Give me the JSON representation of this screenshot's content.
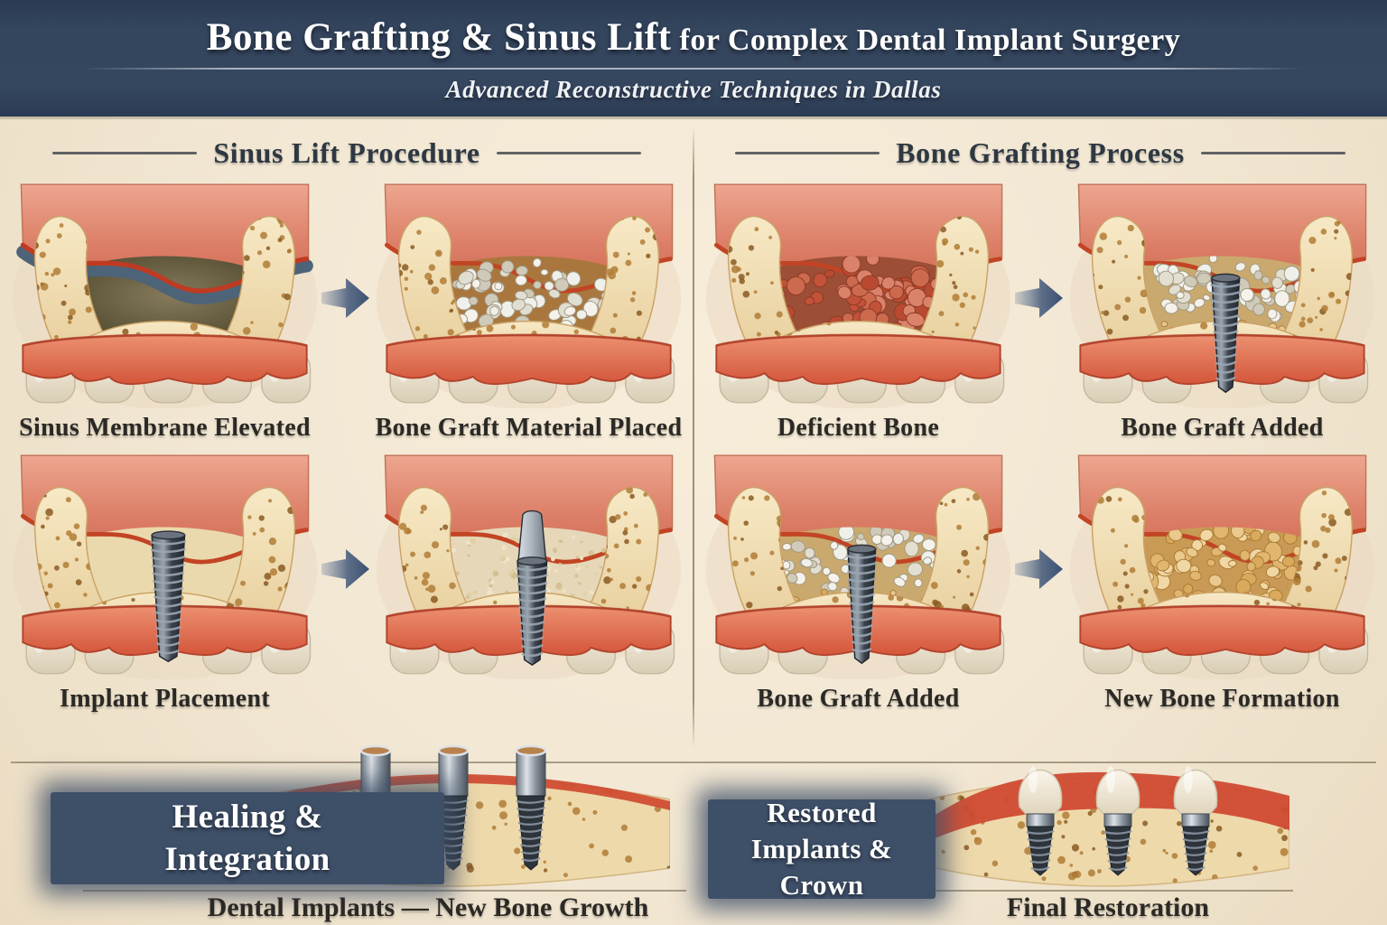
{
  "colors": {
    "banner_bg": "#33445d",
    "banner_text": "#ffffff",
    "page_bg": "#f2e7d3",
    "accent_navy": "#3e4f68",
    "arrow_navy": "#3a5172",
    "heading_text": "#2e3842",
    "caption_text": "#2b2925",
    "membrane_blue": "#4d6378",
    "graft_white": "#eef0e9",
    "deficient_red": "#c25238",
    "new_bone_tan": "#e0b670",
    "bone_cream": "#f0ddb4",
    "gum_coral": "#dd6b50",
    "implant_steel": "#3a424c"
  },
  "header": {
    "title_main": "Bone Grafting & Sinus Lift",
    "title_rest": " for Complex Dental Implant Surgery",
    "subtitle": "Advanced Reconstructive Techniques in Dallas"
  },
  "sections": {
    "left": {
      "title": "Sinus Lift Procedure",
      "panels": [
        {
          "caption": "Sinus Membrane Elevated",
          "variant": "sinus-membrane-elevated"
        },
        {
          "caption": "Bone Graft Material Placed",
          "variant": "graft-material-placed"
        },
        {
          "caption": "Implant Placement",
          "variant": "implant-placement"
        },
        {
          "caption": "",
          "variant": "implant-with-graft"
        }
      ]
    },
    "right": {
      "title": "Bone Grafting Process",
      "panels": [
        {
          "caption": "Deficient Bone",
          "variant": "deficient-bone"
        },
        {
          "caption": "Bone Graft Added",
          "variant": "graft-added-implant"
        },
        {
          "caption": "Bone Graft Added",
          "variant": "graft-added-implant"
        },
        {
          "caption": "New Bone Formation",
          "variant": "new-bone-formation"
        }
      ]
    }
  },
  "footer": {
    "left": {
      "badge_line1": "Healing &",
      "badge_line2": "Integration",
      "caption": "Dental Implants — New Bone Growth",
      "illustration": "implants-in-bone"
    },
    "right": {
      "badge_line1": "Restored",
      "badge_line2": "Implants & Crown",
      "caption": "Final Restoration",
      "illustration": "crowned-implants-in-bone"
    }
  },
  "icons": {
    "step_arrow": "arrow-right"
  }
}
